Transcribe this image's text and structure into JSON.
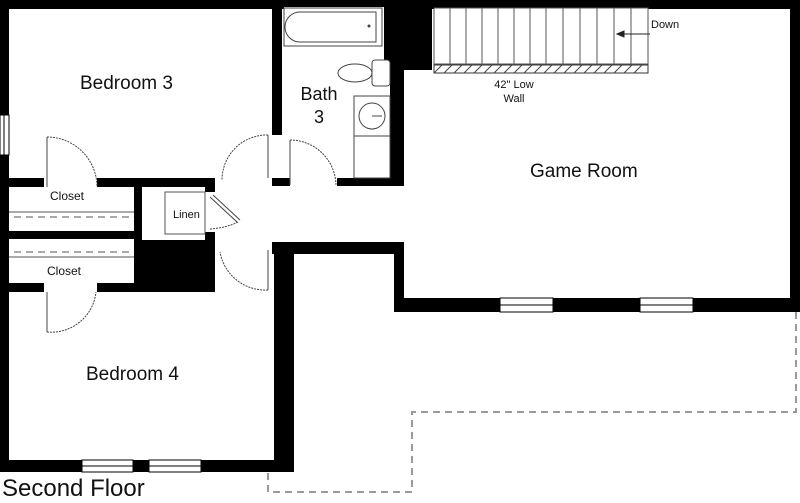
{
  "floor_plan": {
    "title": "Second Floor",
    "rooms": [
      {
        "id": "bedroom3",
        "label": "Bedroom 3"
      },
      {
        "id": "bath3",
        "label_line1": "Bath",
        "label_line2": "3"
      },
      {
        "id": "game_room",
        "label": "Game Room"
      },
      {
        "id": "bedroom4",
        "label": "Bedroom 4"
      },
      {
        "id": "closet_upper",
        "label": "Closet"
      },
      {
        "id": "closet_lower",
        "label": "Closet"
      },
      {
        "id": "linen",
        "label": "Linen"
      }
    ],
    "annotations": {
      "stairs_direction": "Down",
      "low_wall_line1": "42\" Low",
      "low_wall_line2": "Wall"
    },
    "colors": {
      "wall": "#000000",
      "background": "#ffffff",
      "dashed_outline": "#999999",
      "fixture_line": "#444444"
    }
  }
}
